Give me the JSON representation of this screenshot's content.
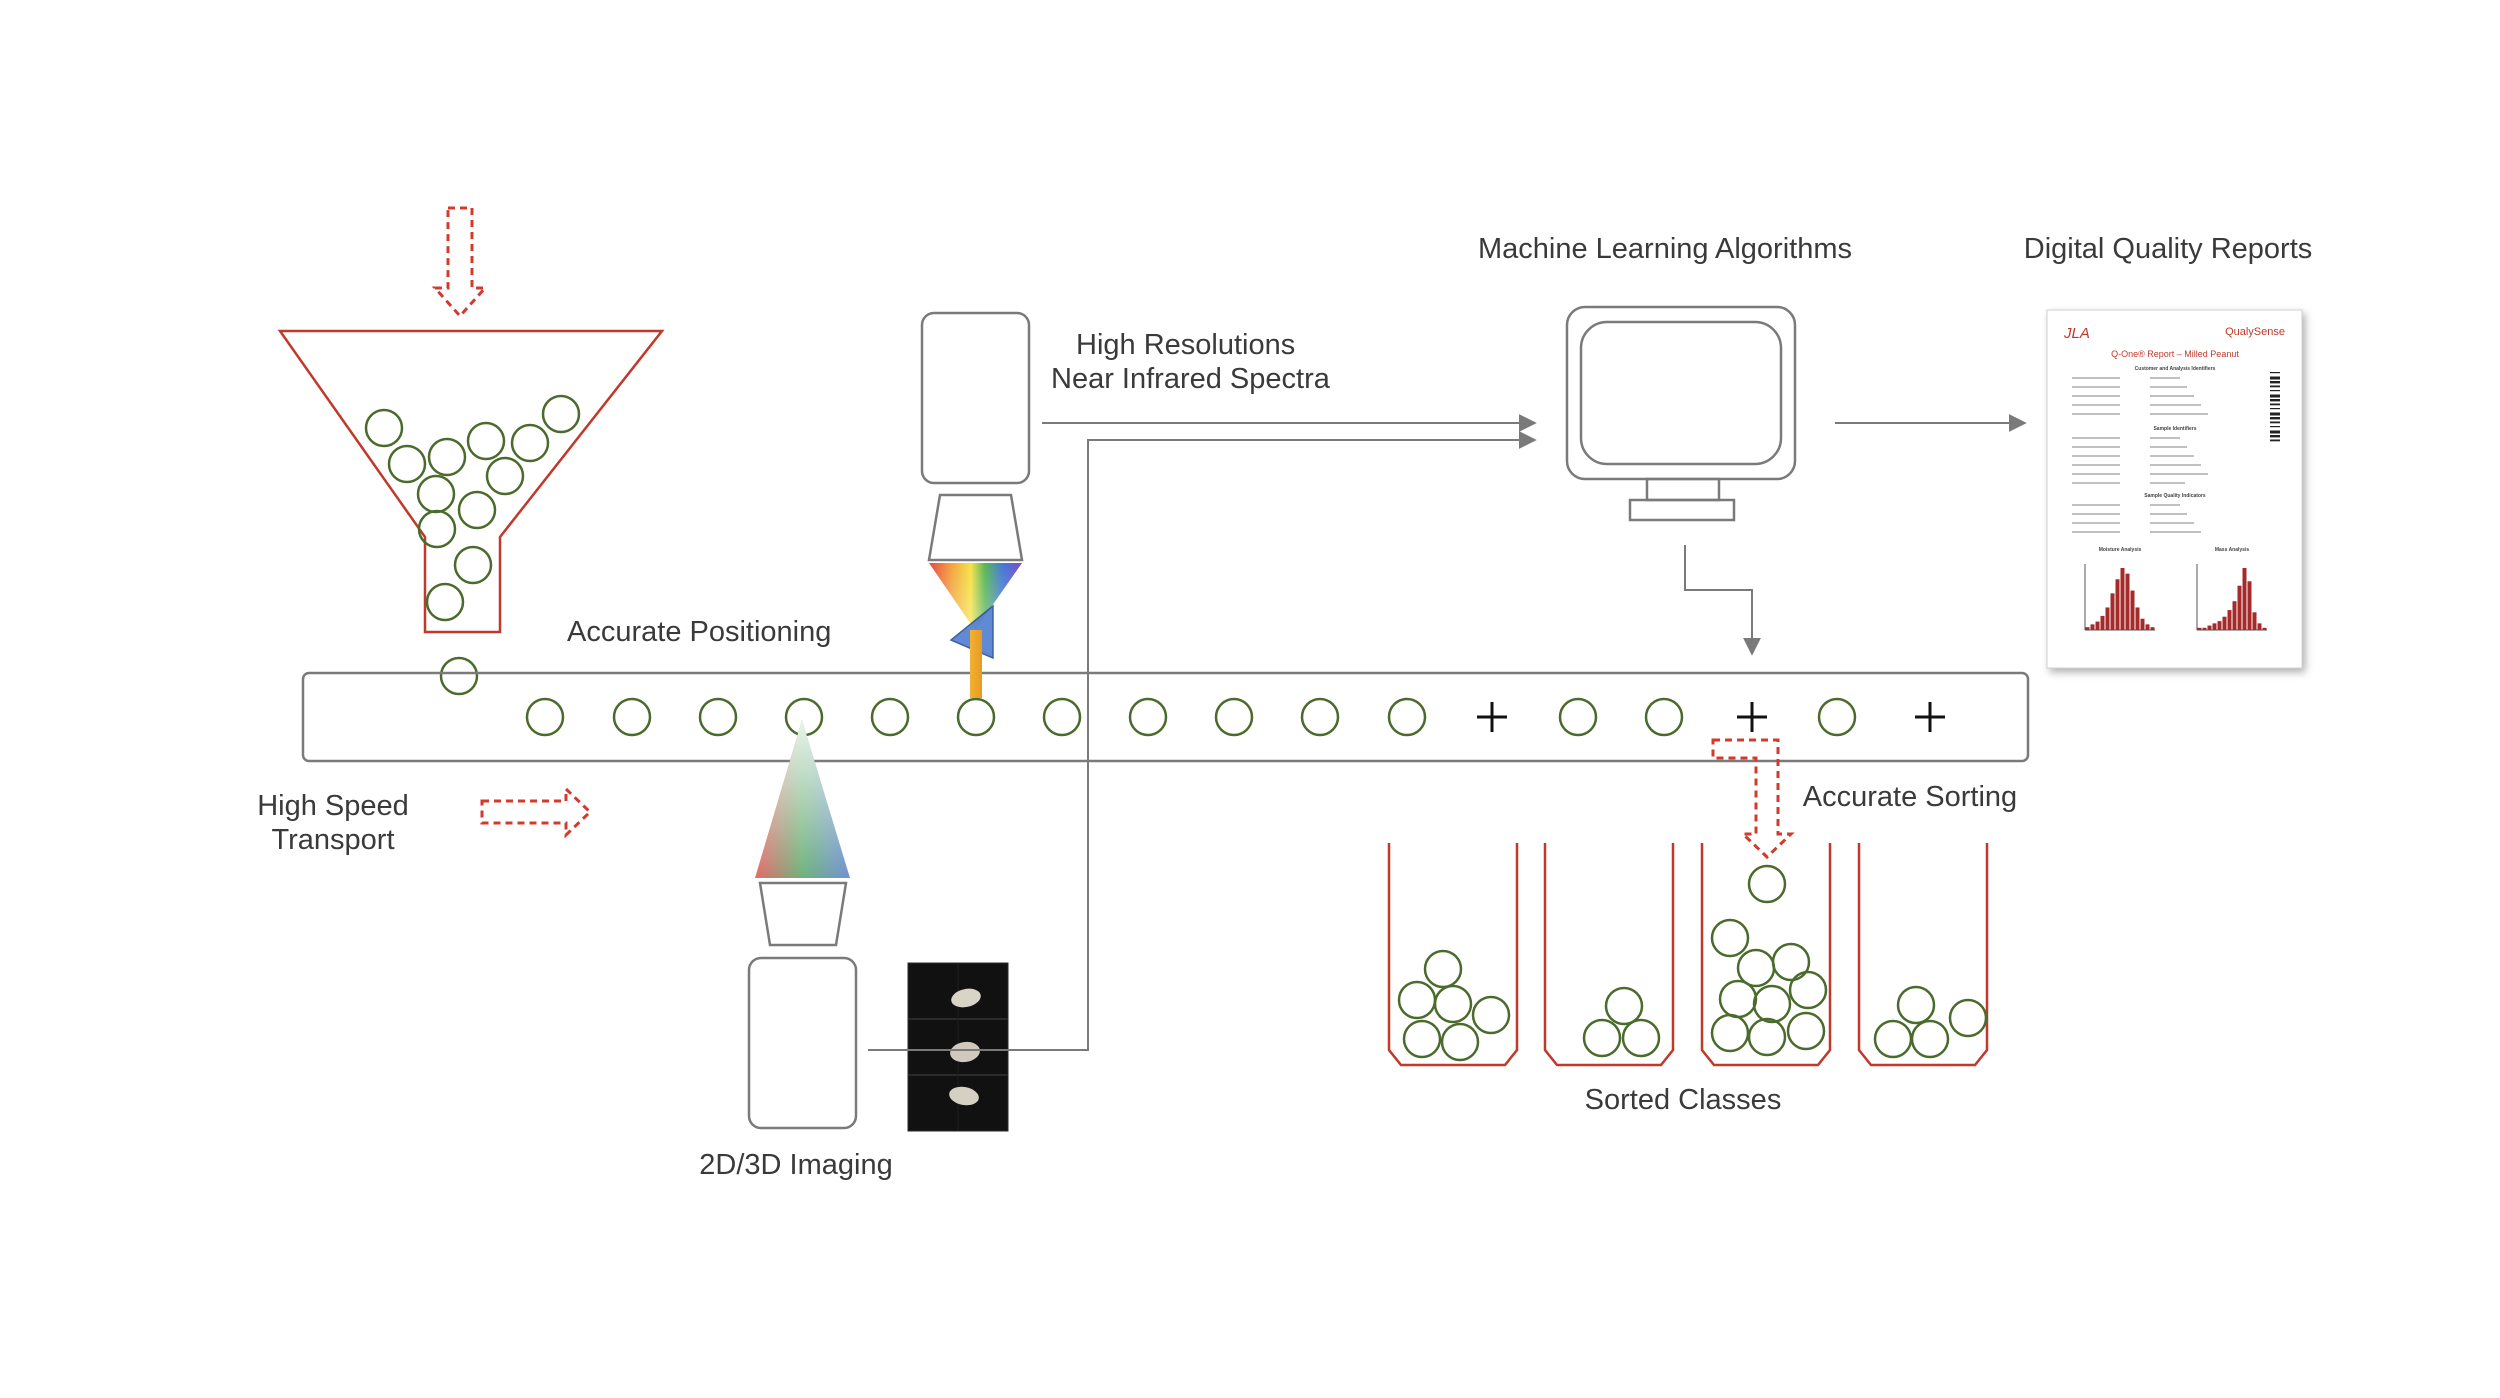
{
  "labels": {
    "accurate_positioning": "Accurate Positioning",
    "high_speed_transport_1": "High Speed",
    "high_speed_transport_2": "Transport",
    "nir_1": "High Resolutions",
    "nir_2": "Near Infrared Spectra",
    "machine_learning": "Machine Learning Algorithms",
    "digital_reports": "Digital Quality Reports",
    "accurate_sorting": "Accurate Sorting",
    "sorted_classes": "Sorted Classes",
    "imaging": "2D/3D Imaging"
  },
  "report": {
    "logo_left": "JLA",
    "logo_right": "QualySense",
    "title": "Q-One® Report – Milled Peanut",
    "section_1": "Customer and Analysis Identifiers",
    "section_2": "Sample Identifiers",
    "section_3": "Sample Quality Indicators",
    "chart_left_title": "Moisture Analysis",
    "chart_right_title": "Mass Analysis",
    "chart_left_values": [
      1,
      2,
      3,
      5,
      8,
      13,
      18,
      22,
      20,
      14,
      8,
      4,
      2,
      1
    ],
    "chart_right_values": [
      1,
      1,
      2,
      3,
      4,
      6,
      9,
      13,
      20,
      28,
      22,
      8,
      3,
      1
    ]
  },
  "colors": {
    "bean_stroke": "#4b6b2c",
    "funnel_stroke": "#c0392b",
    "arrow_dashed": "#d23b2c",
    "line_gray": "#7a7a7a",
    "chart_bar": "#a52a2a"
  }
}
